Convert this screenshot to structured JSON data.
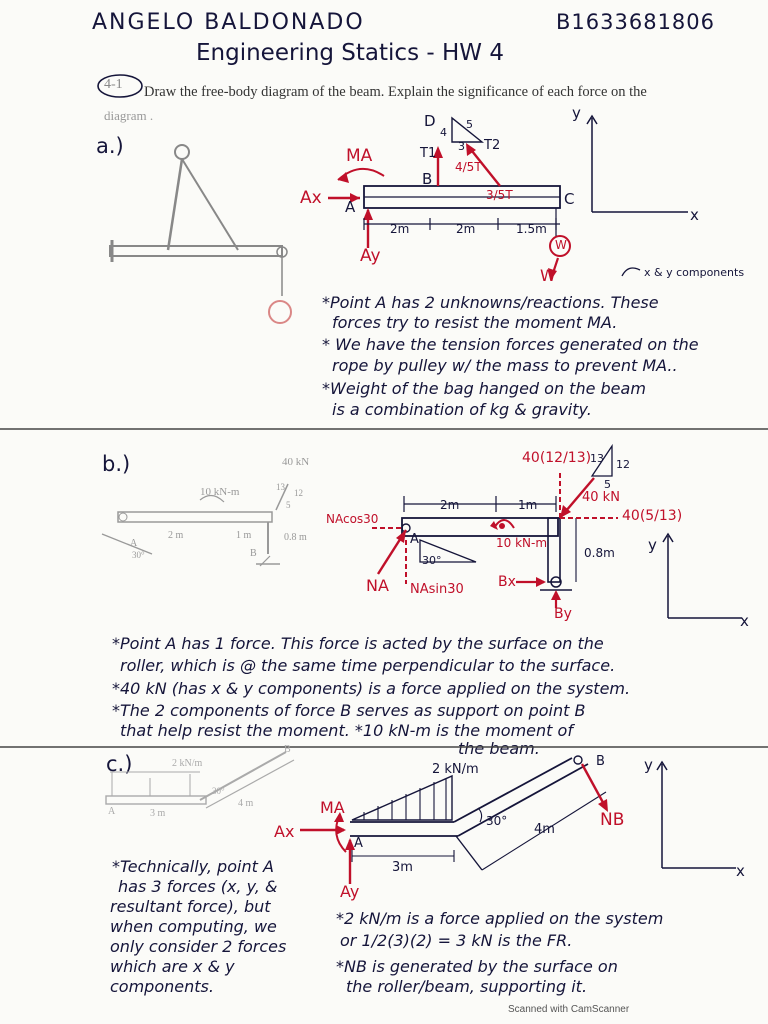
{
  "header": {
    "name": "ANGELO BALDONADO",
    "id": "B1633681806",
    "title": "Engineering Statics - HW 4",
    "problem_num": "4-1",
    "instruction_line1": "Draw the free-body diagram of the beam. Explain the significance of each force on the",
    "instruction_line2": "diagram ."
  },
  "part_a": {
    "label": "a.)",
    "labels": {
      "MA": "MA",
      "Ax": "Ax",
      "A": "A",
      "Ay": "Ay",
      "B": "B",
      "C": "C",
      "D": "D",
      "T1": "T1",
      "T2": "T2",
      "n5": "5",
      "n4": "4",
      "n3": "3",
      "t45": "4/5T",
      "t35": "3/5T",
      "d1": "2m",
      "d2": "2m",
      "d3": "1.5m",
      "W": "W",
      "Wc": "W",
      "y": "y",
      "x": "x",
      "xy_note": "x & y components"
    },
    "notes": [
      "*Point A has 2 unknowns/reactions. These",
      "forces try to resist the moment MA.",
      "* We have the tension forces generated on the",
      "rope by pulley w/ the mass to prevent MA..",
      "*Weight of the bag hanged on the beam",
      "is a combination of kg & gravity."
    ]
  },
  "part_b": {
    "label": "b.)",
    "orig": {
      "f40": "40 kN",
      "m10": "10 kN-m",
      "r13": "13",
      "r12": "12",
      "r5": "5",
      "d2": "2 m",
      "d1": "1 m",
      "d08": "0.8 m",
      "B": "B",
      "A": "A",
      "ang": "30°"
    },
    "labels": {
      "f40y": "40(12/13)",
      "n13": "13",
      "n12": "12",
      "n5": "5",
      "f40": "40 kN",
      "f40x": "40(5/13)",
      "d2": "2m",
      "d1": "1m",
      "NAcos": "NAcos30",
      "A": "A",
      "ang": "30°",
      "m10": "10 kN-m",
      "d08": "0.8m",
      "NA": "NA",
      "NAsin": "NAsin30",
      "Bx": "Bx",
      "By": "By",
      "y": "y",
      "x": "x"
    },
    "notes": [
      "*Point A has 1 force. This force is acted by the surface on the",
      "roller, which is @ the same time perpendicular to the surface.",
      "*40 kN (has x & y components) is a force applied on the system.",
      "*The 2 components of force B serves as support on point B",
      "that help resist the moment.   *10 kN-m is the moment of",
      "the beam."
    ]
  },
  "part_c": {
    "label": "c.)",
    "orig": {
      "w": "2 kN/m",
      "d4": "4 m",
      "d3": "3 m",
      "B": "B",
      "A": "A",
      "ang": "30°"
    },
    "labels": {
      "w": "2 kN/m",
      "MA": "MA",
      "Ax": "Ax",
      "A": "A",
      "Ay": "Ay",
      "B": "B",
      "NB": "NB",
      "ang": "30°",
      "d4": "4m",
      "d3": "3m",
      "y": "y",
      "x": "x"
    },
    "notes_left": [
      "*Technically, point A",
      "has 3 forces (x, y, &",
      "resultant force), but",
      "when computing, we",
      "only consider 2 forces",
      "which are x & y",
      "components."
    ],
    "notes_right": [
      "*2 kN/m is a force applied on the system",
      "or 1/2(3)(2) = 3 kN is the FR.",
      "*NB is generated by the surface on",
      "the roller/beam, supporting it."
    ]
  },
  "footer": {
    "scanned": "Scanned with CamScanner"
  }
}
